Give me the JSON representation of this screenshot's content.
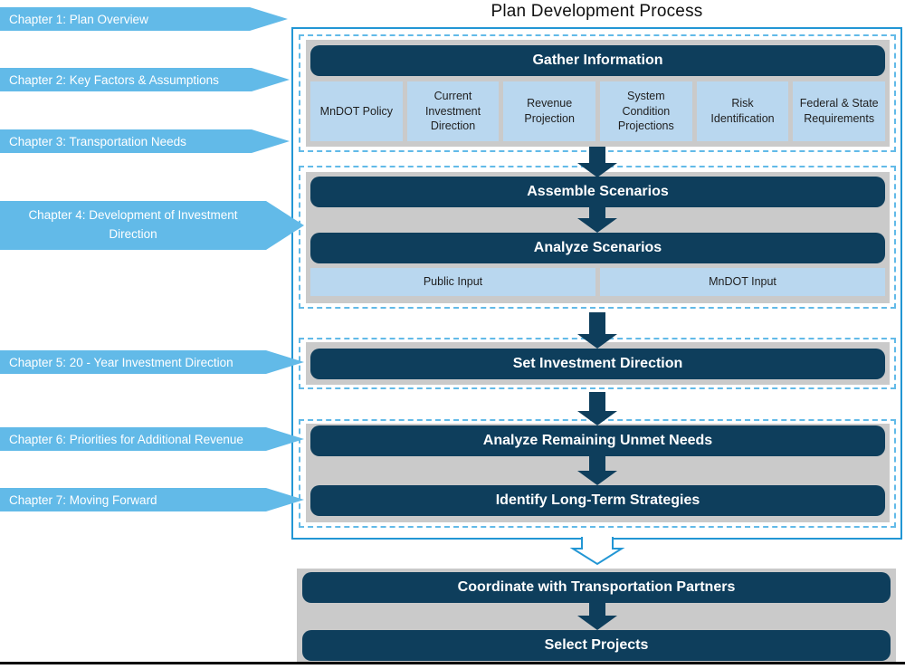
{
  "title": "Plan Development Process",
  "chapters": [
    {
      "label": "Chapter 1: Plan Overview"
    },
    {
      "label": "Chapter 2: Key Factors & Assumptions"
    },
    {
      "label": "Chapter 3: Transportation Needs"
    },
    {
      "label": "Chapter 4: Development of Investment Direction"
    },
    {
      "label": "Chapter 5: 20 - Year Investment Direction"
    },
    {
      "label": "Chapter 6: Priorities for Additional Revenue"
    },
    {
      "label": "Chapter 7: Moving Forward"
    }
  ],
  "process": {
    "gather": {
      "header": "Gather Information",
      "items": [
        "MnDOT Policy",
        "Current Investment Direction",
        "Revenue Projection",
        "System Condition Projections",
        "Risk Identification",
        "Federal & State Requirements"
      ]
    },
    "assemble": {
      "header": "Assemble Scenarios"
    },
    "analyze": {
      "header": "Analyze Scenarios",
      "items": [
        "Public Input",
        "MnDOT Input"
      ]
    },
    "set_direction": {
      "header": "Set Investment Direction"
    },
    "unmet_needs": {
      "header": "Analyze Remaining Unmet Needs"
    },
    "strategies": {
      "header": "Identify Long-Term Strategies"
    },
    "coordinate": {
      "header": "Coordinate with Transportation Partners"
    },
    "select_projects": {
      "header": "Select Projects"
    }
  },
  "colors": {
    "chapter_blue": "#62BAE8",
    "outline_blue": "#2296D4",
    "dashed_blue": "#62BAE8",
    "navy": "#0E3E5C",
    "light_blue_box": "#B9D7EF",
    "gray_panel": "#CACACA"
  }
}
